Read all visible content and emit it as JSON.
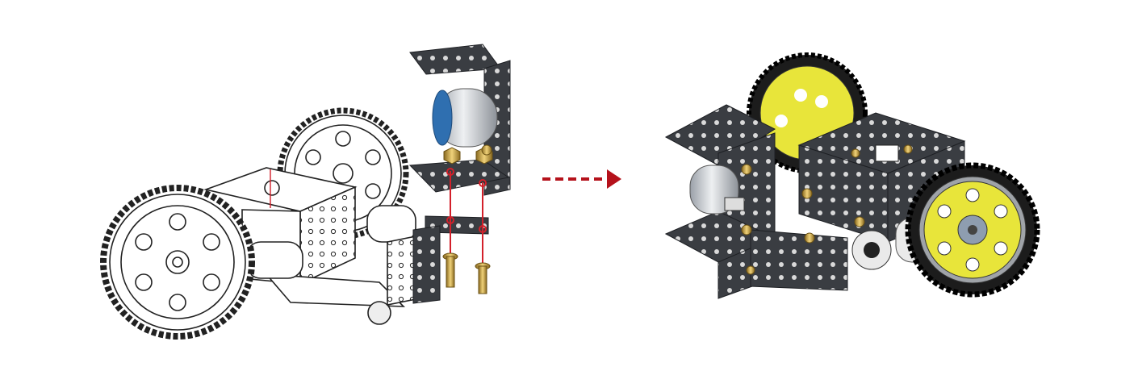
{
  "diagram": {
    "left_assembly": "exploded-robot-chassis-with-motor-bracket",
    "right_assembly": "assembled-robot-chassis",
    "arrow_style": "dashed",
    "colors": {
      "plate": "#3a3d42",
      "plate_edge": "#1e2024",
      "line_art": "#222222",
      "wheel_hub": "#e8e53a",
      "tire": "#1c1c1c",
      "motor_body": "#c9ccd1",
      "motor_cap": "#2f6fb0",
      "brass": "#c9a24a",
      "guide": "#d3202a",
      "arrow": "#b5121b"
    }
  }
}
